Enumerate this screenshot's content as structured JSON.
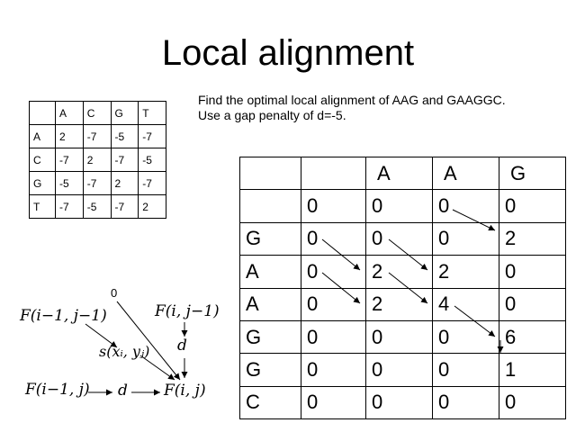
{
  "title": "Local alignment",
  "instructions": [
    "Find the optimal local alignment of AAG and GAAGGC.",
    "Use a gap penalty of d=-5."
  ],
  "score_matrix": {
    "columns": [
      "A",
      "C",
      "G",
      "T"
    ],
    "rows": [
      {
        "label": "A",
        "values": [
          "2",
          "-7",
          "-5",
          "-7"
        ]
      },
      {
        "label": "C",
        "values": [
          "-7",
          "2",
          "-7",
          "-5"
        ]
      },
      {
        "label": "G",
        "values": [
          "-5",
          "-7",
          "2",
          "-7"
        ]
      },
      {
        "label": "T",
        "values": [
          "-7",
          "-5",
          "-7",
          "2"
        ]
      }
    ]
  },
  "dp_matrix": {
    "columns": [
      "A",
      "A",
      "G"
    ],
    "first_row": [
      "0",
      "0",
      "0",
      "0"
    ],
    "rows": [
      {
        "label": "G",
        "values": [
          "0",
          "0",
          "0",
          "2"
        ]
      },
      {
        "label": "A",
        "values": [
          "0",
          "2",
          "2",
          "0"
        ]
      },
      {
        "label": "A",
        "values": [
          "0",
          "2",
          "4",
          "0"
        ]
      },
      {
        "label": "G",
        "values": [
          "0",
          "0",
          "0",
          "6"
        ]
      },
      {
        "label": "G",
        "values": [
          "0",
          "0",
          "0",
          "1"
        ]
      },
      {
        "label": "C",
        "values": [
          "0",
          "0",
          "0",
          "0"
        ]
      }
    ]
  },
  "diagram": {
    "zero": "0",
    "f_prev_diag": "F(i−1, j−1)",
    "f_up": "F(i, j−1)",
    "f_left": "F(i−1, j)",
    "score": "s(xᵢ, yⱼ)",
    "gap_vertical": "d",
    "gap_horizontal": "d",
    "f_current": "F(i, j)"
  },
  "colors": {
    "background": "#ffffff",
    "text": "#000000",
    "lines": "#000000"
  }
}
